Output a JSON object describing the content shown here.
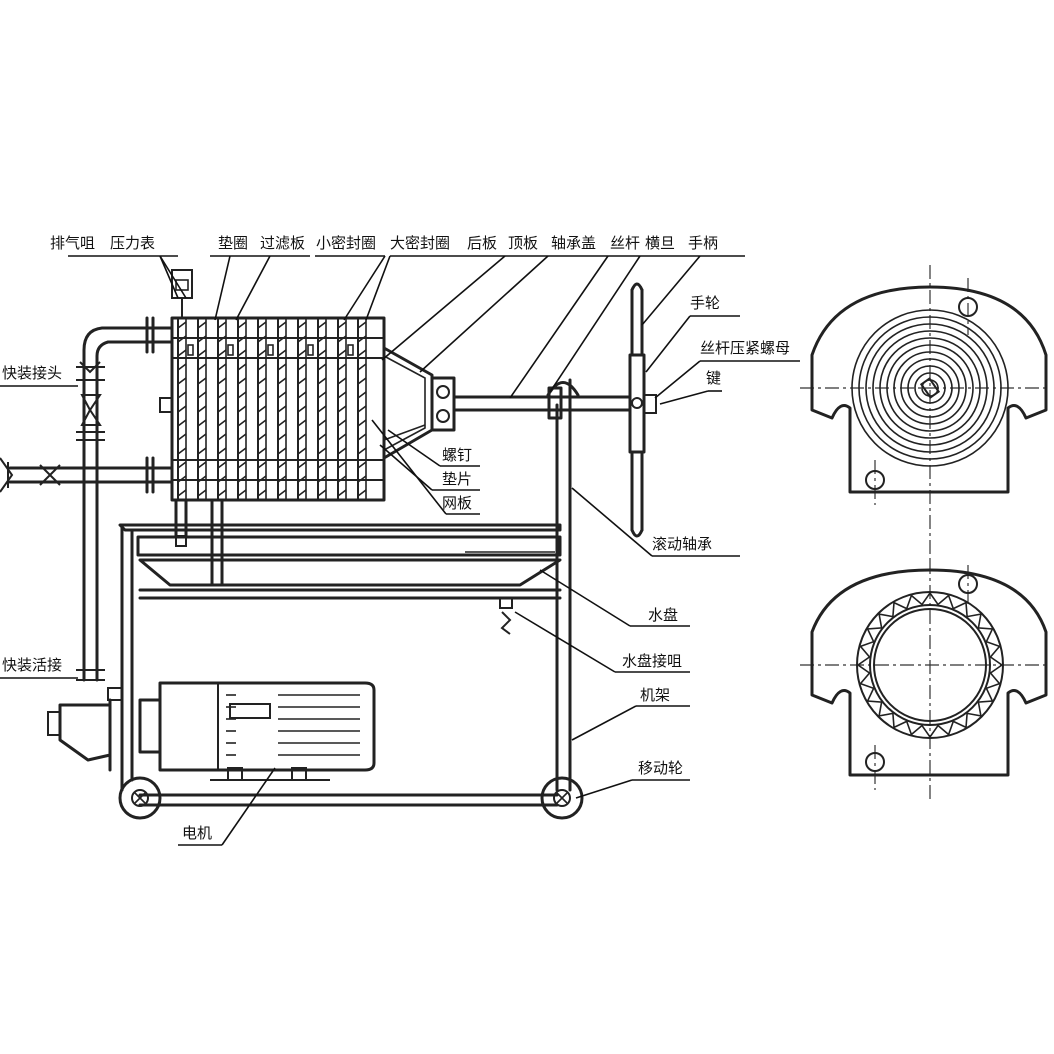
{
  "labels": {
    "exhaust_nozzle": "排气咀",
    "pressure_gauge": "压力表",
    "gasket_ring": "垫圈",
    "filter_plate": "过滤板",
    "small_seal_ring": "小密封圈",
    "large_seal_ring": "大密封圈",
    "rear_plate": "后板",
    "top_plate": "顶板",
    "bearing_cap": "轴承盖",
    "screw_rod": "丝杆",
    "crossbar": "横旦",
    "handle": "手柄",
    "handwheel": "手轮",
    "screw_lock_nut": "丝杆压紧螺母",
    "key": "键",
    "quick_connector": "快装接头",
    "screw": "螺钉",
    "washer": "垫片",
    "mesh_plate": "网板",
    "rolling_bearing": "滚动轴承",
    "water_tray": "水盘",
    "water_tray_nozzle": "水盘接咀",
    "quick_union": "快装活接",
    "frame": "机架",
    "moving_wheel": "移动轮",
    "motor": "电机"
  }
}
